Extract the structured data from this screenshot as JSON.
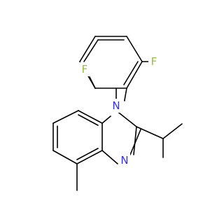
{
  "molecule": {
    "atoms": [
      {
        "label": "F",
        "color": "#90c040"
      },
      {
        "label": "F",
        "color": "#90c040"
      },
      {
        "label": "N",
        "color": "#3030ff"
      },
      {
        "label": "N",
        "color": "#3030ff"
      }
    ]
  }
}
